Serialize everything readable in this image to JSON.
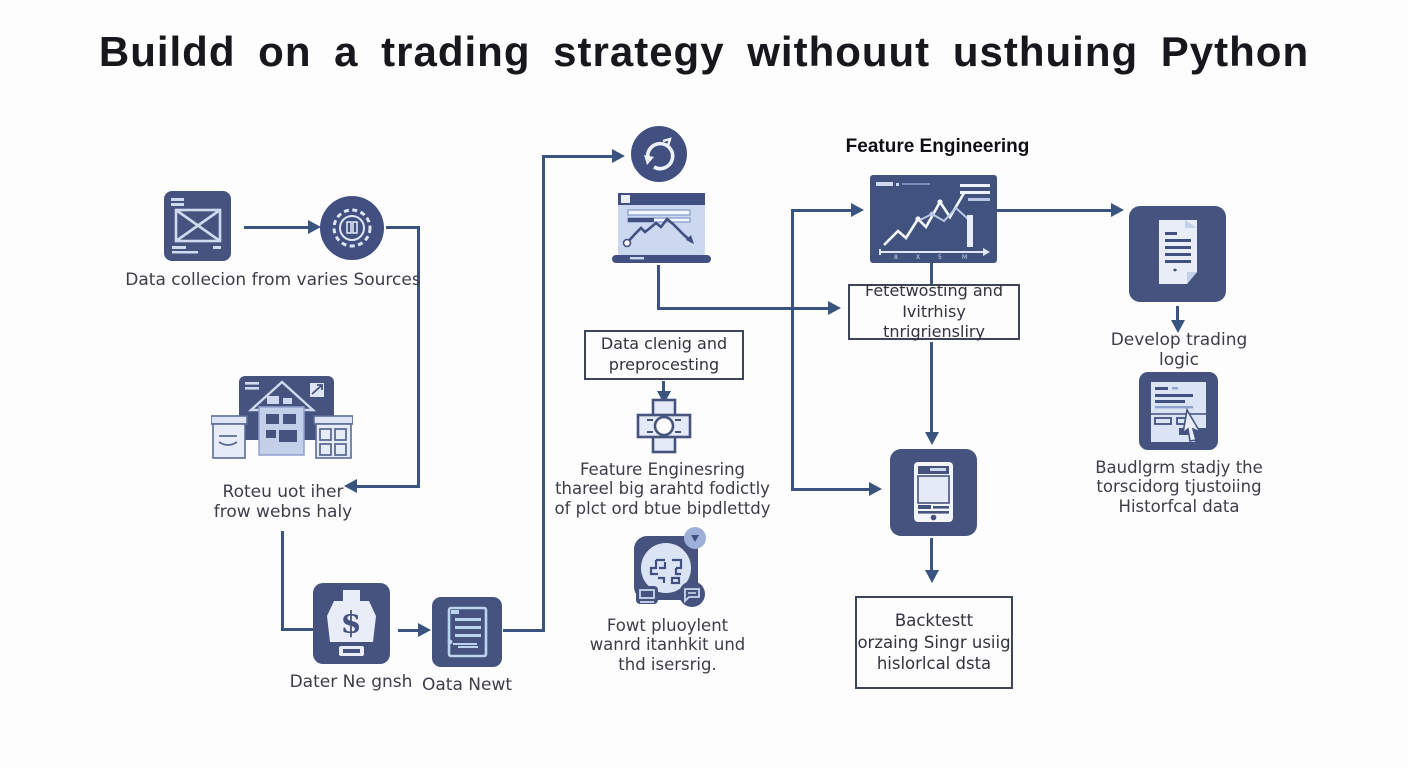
{
  "title": "Buildd on a trading strategy withouut usthuing Python",
  "colors": {
    "icon_primary": "#46537e",
    "icon_light": "#d6e0f2",
    "connector": "#39557f",
    "box_border": "#3e4559",
    "text": "#3d3d46",
    "background": "#fdfdfe"
  },
  "nodes": {
    "data_collection": {
      "caption": "Data collecion from varies Sources"
    },
    "house": {
      "line1": "Roteu uot iher",
      "line2": "frow webns haly"
    },
    "dollar": {
      "caption": "Dater Ne gnsh"
    },
    "data_doc": {
      "caption": "Oata Newt"
    },
    "cleaning_box": {
      "line1": "Data clenig and",
      "line2": "preprocesting"
    },
    "feature_mid": {
      "line1": "Feature Enginesring",
      "line2": "thareel big arahtd fodictly",
      "line3": "of plct ord btue bipdlettdy"
    },
    "deployment": {
      "line1": "Fowt pluoylent",
      "line2": "wanrd itanhkit und",
      "line3": "thd isersrig."
    },
    "feature_header": "Feature Engineering",
    "forecasting_box": {
      "line1": "Fetetwosting and",
      "line2": "Ivitrhisy tnrigriensliry"
    },
    "backtest_box": {
      "line1": "Backtestt",
      "line2": "orzaing Singr usiig",
      "line3": "hislorlcal dsta"
    },
    "develop": {
      "line1": "Develop trading",
      "line2": "logic"
    },
    "platform": {
      "line1": "Baudlgrm stadjy the",
      "line2": "torscidorg tjustoiing",
      "line3": "Historfcal data"
    }
  }
}
